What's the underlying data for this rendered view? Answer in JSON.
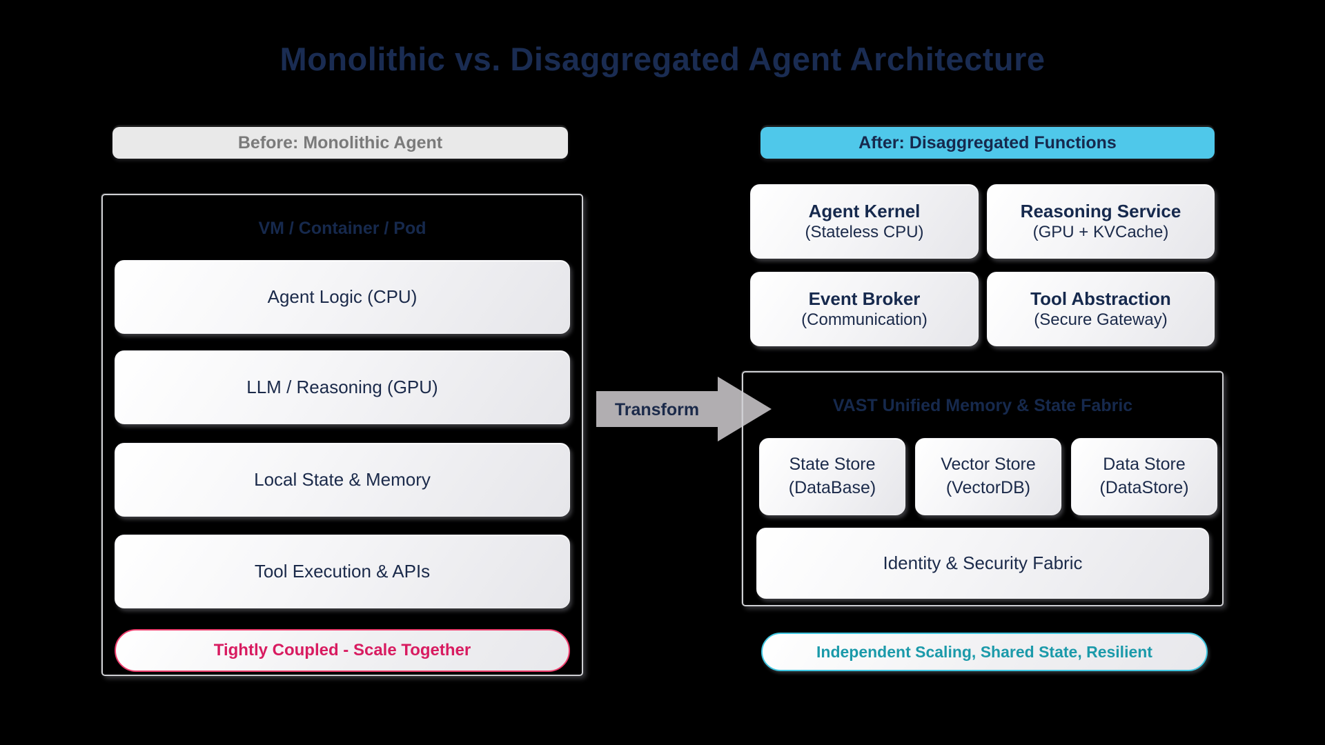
{
  "canvas": {
    "background": "#000000"
  },
  "title": {
    "text": "Monolithic vs. Disaggregated Agent Architecture",
    "color": "#1a2c52"
  },
  "before": {
    "header": {
      "label": "Before: Monolithic Agent",
      "bg": "#e9e9e9",
      "text_color": "#7a7a7a"
    },
    "container_title": "VM / Container / Pod",
    "boxes": [
      "Agent Logic (CPU)",
      "LLM / Reasoning (GPU)",
      "Local State & Memory",
      "Tool Execution & APIs"
    ],
    "footer": {
      "label": "Tightly Coupled - Scale Together",
      "text_color": "#d81b60",
      "border_color": "#ee3e6d"
    }
  },
  "arrow": {
    "label": "Transform",
    "fill": "#b1aeb1",
    "text_color": "#1b2a4a"
  },
  "after": {
    "header": {
      "label": "After: Disaggregated Functions",
      "bg": "#4fc8ea",
      "text_color": "#16294d"
    },
    "services": [
      {
        "title": "Agent Kernel",
        "subtitle": "(Stateless CPU)"
      },
      {
        "title": "Reasoning Service",
        "subtitle": "(GPU + KVCache)"
      },
      {
        "title": "Event Broker",
        "subtitle": "(Communication)"
      },
      {
        "title": "Tool Abstraction",
        "subtitle": "(Secure Gateway)"
      }
    ],
    "fabric": {
      "title": "VAST Unified Memory & State Fabric",
      "stores": [
        {
          "title": "State Store",
          "subtitle": "(DataBase)"
        },
        {
          "title": "Vector Store",
          "subtitle": "(VectorDB)"
        },
        {
          "title": "Data Store",
          "subtitle": "(DataStore)"
        }
      ],
      "identity": "Identity & Security Fabric"
    },
    "footer": {
      "label": "Independent Scaling, Shared State, Resilient",
      "text_color": "#1b9aaa",
      "border_color": "#3ec6e0"
    }
  }
}
